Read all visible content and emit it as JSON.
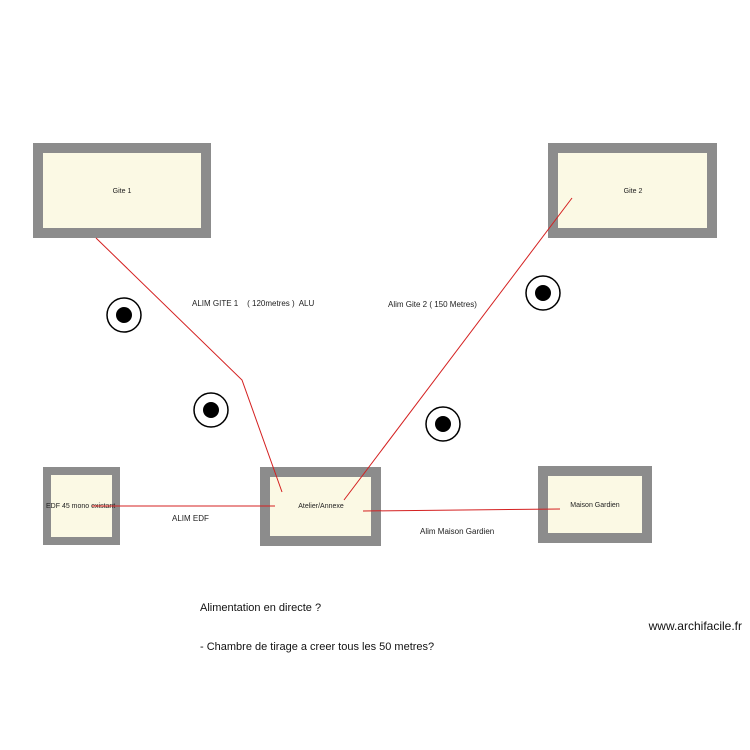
{
  "colors": {
    "wall": "#8c8c8c",
    "room_fill": "#fbf9e4",
    "cable": "#d42020",
    "marker": "#000000"
  },
  "rooms": {
    "gite1": "Gite 1",
    "gite2": "Gite 2",
    "edf": "EDF  45 mono existant",
    "atelier": "Atelier/Annexe",
    "maison": "Maison Gardien"
  },
  "cables": {
    "gite1": "ALIM GITE 1    ( 120metres )  ALU",
    "gite2": "Alim Gite 2 ( 150 Metres)",
    "edf": "ALIM EDF",
    "maison": "Alim Maison Gardien"
  },
  "markers": {
    "icon": "target-marker-icon",
    "count": 4
  },
  "note": {
    "line1": "Alimentation en directe ?",
    "line2": "- Chambre de tirage a creer tous les 50 metres?"
  },
  "watermark": "www.archifacile.fr"
}
